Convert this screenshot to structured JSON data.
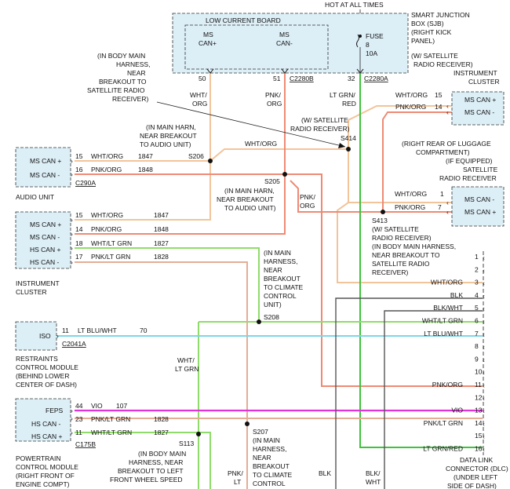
{
  "hot_label": "HOT AT ALL TIMES",
  "sjb": {
    "title": "LOW CURRENT BOARD",
    "desc": [
      "SMART JUNCTION",
      "BOX (SJB)",
      "(RIGHT KICK",
      "PANEL)"
    ],
    "ms_can_plus": [
      "MS",
      "CAN+"
    ],
    "ms_can_minus": [
      "MS",
      "CAN-"
    ],
    "fuse": [
      "FUSE",
      "8",
      "10A"
    ],
    "pins": [
      "50",
      "51",
      "32"
    ],
    "conn1": "C2280B",
    "conn2": "C2280A"
  },
  "notes": {
    "body_harness_sat": [
      "(IN BODY MAIN",
      "HARNESS,",
      "NEAR",
      "BREAKOUT TO",
      "SATELLITE RADIO",
      "RECEIVER)"
    ],
    "main_harn_audio1": [
      "(IN MAIN HARN,",
      "NEAR BREAKOUT",
      "TO AUDIO UNIT)"
    ],
    "main_harn_audio2": [
      "(IN MAIN HARN,",
      "NEAR BREAKOUT",
      "TO AUDIO UNIT)"
    ],
    "w_sat": [
      "(W/ SATELLITE",
      "RADIO RECEIVER)"
    ],
    "w_sat_ic": [
      "(W/ SATELLITE",
      "RADIO RECEIVER)",
      "INSTRUMENT",
      "CLUSTER"
    ],
    "rear_luggage": [
      "(RIGHT REAR OF LUGGAGE",
      "COMPARTMENT)",
      "(IF EQUIPPED)",
      "SATELLITE",
      "RADIO RECEIVER"
    ],
    "s413_note": [
      "(W/ SATELLITE",
      "RADIO RECEIVER)",
      "(IN BODY MAIN HARNESS,",
      "NEAR BREAKOUT TO",
      "SATELLITE RADIO",
      "RECEIVER)"
    ],
    "climate": [
      "(IN MAIN",
      "HARNESS,",
      "NEAR",
      "BREAKOUT",
      "TO CLIMATE",
      "CONTROL",
      "UNIT)"
    ],
    "s207_note": [
      "(IN MAIN",
      "HARNESS,",
      "NEAR",
      "BREAKOUT",
      "TO CLIMATE",
      "CONTROL"
    ],
    "s113_note": [
      "(IN BODY MAIN",
      "HARNESS, NEAR",
      "BREAKOUT TO LEFT",
      "FRONT WHEEL SPEED"
    ],
    "dlc": [
      "DATA LINK",
      "CONNECTOR (DLC)",
      "(UNDER LEFT",
      "SIDE OF DASH)"
    ]
  },
  "splices": [
    "S206",
    "S205",
    "S414",
    "S413",
    "S208",
    "S207",
    "S113"
  ],
  "audio_unit": {
    "name": "AUDIO UNIT",
    "rows": [
      {
        "label": "MS CAN +",
        "pin": "15",
        "color": "WHT/ORG",
        "circuit": "1847"
      },
      {
        "label": "MS CAN -",
        "pin": "16",
        "color": "PNK/ORG",
        "circuit": "1848"
      }
    ],
    "conn": "C290A"
  },
  "ic": {
    "name": [
      "INSTRUMENT",
      "CLUSTER"
    ],
    "rows": [
      {
        "label": "MS CAN +",
        "pin": "15",
        "color": "WHT/ORG",
        "circuit": "1847"
      },
      {
        "label": "MS CAN -",
        "pin": "14",
        "color": "PNK/ORG",
        "circuit": "1848"
      },
      {
        "label": "HS CAN +",
        "pin": "18",
        "color": "WHT/LT GRN",
        "circuit": "1827"
      },
      {
        "label": "HS CAN -",
        "pin": "17",
        "color": "PNK/LT GRN",
        "circuit": "1828"
      }
    ]
  },
  "ic_right": {
    "rows": [
      {
        "label": "MS CAN +",
        "pin": "15",
        "color": "WHT/ORG"
      },
      {
        "label": "MS CAN -",
        "pin": "14",
        "color": "PNK/ORG"
      }
    ]
  },
  "sat_radio": {
    "rows": [
      {
        "label": "MS CAN -",
        "pin": "1",
        "color": "WHT/ORG"
      },
      {
        "label": "MS CAN +",
        "pin": "7",
        "color": "PNK/ORG"
      }
    ]
  },
  "rcm": {
    "name": [
      "RESTRAINTS",
      "CONTROL MODULE",
      "(BEHIND LOWER",
      "CENTER OF DASH)"
    ],
    "label": "ISO",
    "pin": "11",
    "color": "LT BLU/WHT",
    "circuit": "70",
    "conn": "C2041A"
  },
  "pcm": {
    "name": [
      "POWERTRAIN",
      "CONTROL MODULE",
      "(RIGHT FRONT OF",
      "ENGINE COMPT)"
    ],
    "rows": [
      {
        "label": "FEPS",
        "pin": "44",
        "color": "VIO",
        "circuit": "107"
      },
      {
        "label": "HS CAN -",
        "pin": "23",
        "color": "PNK/LT GRN",
        "circuit": "1828"
      },
      {
        "label": "HS CAN +",
        "pin": "11",
        "color": "WHT/LT GRN",
        "circuit": "1827"
      }
    ],
    "conn": "C175B"
  },
  "wire_labels": {
    "wht_org": [
      "WHT/",
      "ORG"
    ],
    "pnk_org": [
      "PNK/",
      "ORG"
    ],
    "ltgrn_red": [
      "LT GRN/",
      "RED"
    ],
    "wht_org_h": "WHT/ORG",
    "wht_ltgrn": [
      "WHT/",
      "LT GRN"
    ],
    "pnk_lt": [
      "PNK/",
      "LT"
    ],
    "blk": "BLK",
    "wht_blk": [
      "BLK/",
      "WHT"
    ]
  },
  "dlc_pins": [
    {
      "pin": "1",
      "color": ""
    },
    {
      "pin": "2",
      "color": ""
    },
    {
      "pin": "3",
      "color": "WHT/ORG"
    },
    {
      "pin": "4",
      "color": "BLK"
    },
    {
      "pin": "5",
      "color": "BLK/WHT"
    },
    {
      "pin": "6",
      "color": "WHT/LT GRN"
    },
    {
      "pin": "7",
      "color": "LT BLU/WHT"
    },
    {
      "pin": "8",
      "color": ""
    },
    {
      "pin": "9",
      "color": ""
    },
    {
      "pin": "10",
      "color": ""
    },
    {
      "pin": "11",
      "color": "PNK/ORG"
    },
    {
      "pin": "12",
      "color": ""
    },
    {
      "pin": "13",
      "color": "VIO"
    },
    {
      "pin": "14",
      "color": "PNK/LT GRN"
    },
    {
      "pin": "15",
      "color": ""
    },
    {
      "pin": "16",
      "color": "LT GRN/RED"
    }
  ]
}
